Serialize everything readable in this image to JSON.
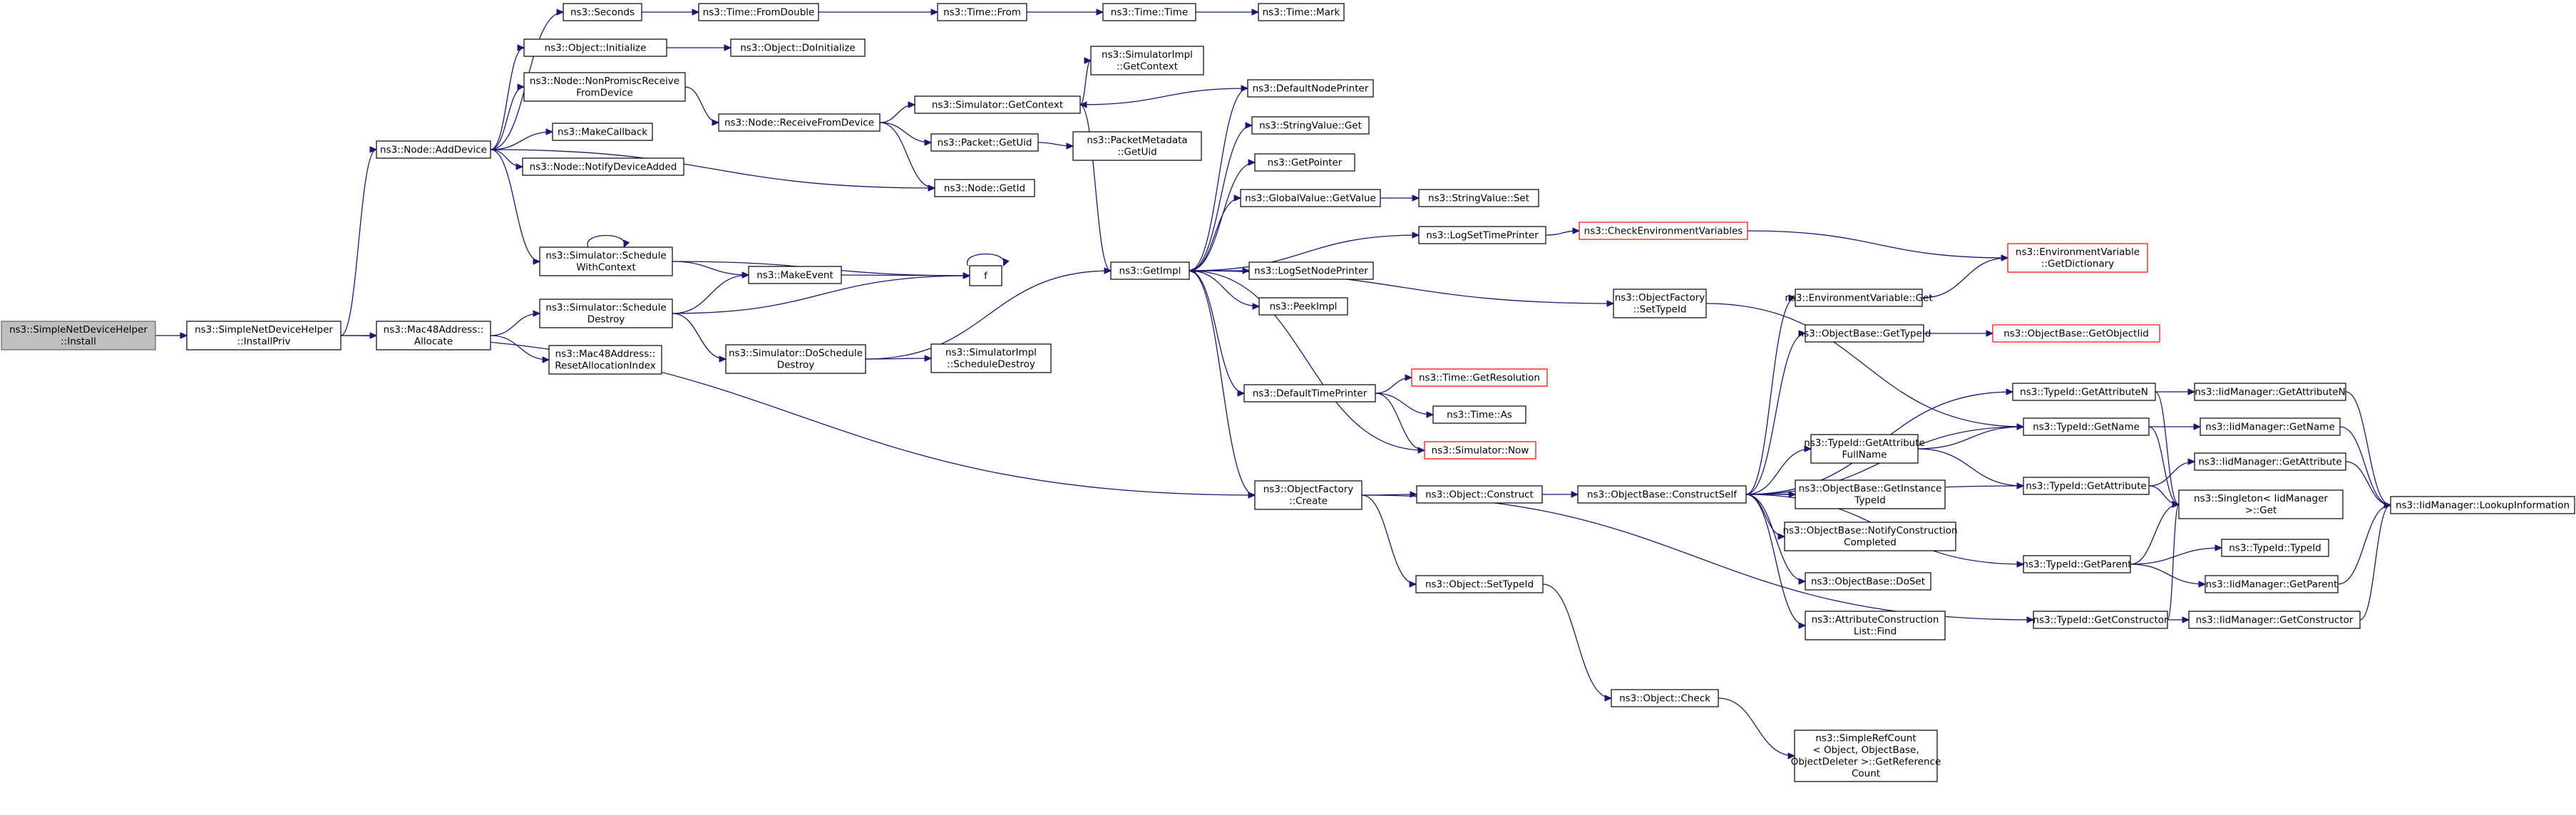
{
  "nodes": [
    {
      "id": "install",
      "lines": [
        "ns3::SimpleNetDeviceHelper",
        "::Install"
      ],
      "kind": "root"
    },
    {
      "id": "installpriv",
      "lines": [
        "ns3::SimpleNetDeviceHelper",
        "::InstallPriv"
      ]
    },
    {
      "id": "adddevice",
      "lines": [
        "ns3::Node::AddDevice"
      ]
    },
    {
      "id": "mac48alloc",
      "lines": [
        "ns3::Mac48Address::",
        "Allocate"
      ]
    },
    {
      "id": "seconds",
      "lines": [
        "ns3::Seconds"
      ]
    },
    {
      "id": "objinit",
      "lines": [
        "ns3::Object::Initialize"
      ]
    },
    {
      "id": "nonpromisc",
      "lines": [
        "ns3::Node::NonPromiscReceive",
        "FromDevice"
      ]
    },
    {
      "id": "makecallback",
      "lines": [
        "ns3::MakeCallback"
      ]
    },
    {
      "id": "notifyadded",
      "lines": [
        "ns3::Node::NotifyDeviceAdded"
      ]
    },
    {
      "id": "schedwithctx",
      "lines": [
        "ns3::Simulator::Schedule",
        "WithContext"
      ]
    },
    {
      "id": "schedestroy",
      "lines": [
        "ns3::Simulator::Schedule",
        "Destroy"
      ]
    },
    {
      "id": "resetalloc",
      "lines": [
        "ns3::Mac48Address::",
        "ResetAllocationIndex"
      ]
    },
    {
      "id": "fromdouble",
      "lines": [
        "ns3::Time::FromDouble"
      ]
    },
    {
      "id": "doinit",
      "lines": [
        "ns3::Object::DoInitialize"
      ]
    },
    {
      "id": "receivefromdev",
      "lines": [
        "ns3::Node::ReceiveFromDevice"
      ]
    },
    {
      "id": "makeevent",
      "lines": [
        "ns3::MakeEvent"
      ]
    },
    {
      "id": "f",
      "lines": [
        "f"
      ]
    },
    {
      "id": "doschedestroy",
      "lines": [
        "ns3::Simulator::DoSchedule",
        "Destroy"
      ]
    },
    {
      "id": "timefrom",
      "lines": [
        "ns3::Time::From"
      ]
    },
    {
      "id": "simgetctx",
      "lines": [
        "ns3::Simulator::GetContext"
      ]
    },
    {
      "id": "packetgetuid",
      "lines": [
        "ns3::Packet::GetUid"
      ]
    },
    {
      "id": "nodegetid",
      "lines": [
        "ns3::Node::GetId"
      ]
    },
    {
      "id": "simimplsched",
      "lines": [
        "ns3::SimulatorImpl",
        "::ScheduleDestroy"
      ]
    },
    {
      "id": "timetime",
      "lines": [
        "ns3::Time::Time"
      ]
    },
    {
      "id": "simimplgetctx",
      "lines": [
        "ns3::SimulatorImpl",
        "::GetContext"
      ]
    },
    {
      "id": "pktmetagetuid",
      "lines": [
        "ns3::PacketMetadata",
        "::GetUid"
      ]
    },
    {
      "id": "getimpl",
      "lines": [
        "ns3::GetImpl"
      ]
    },
    {
      "id": "timemark",
      "lines": [
        "ns3::Time::Mark"
      ]
    },
    {
      "id": "defnodeprinter",
      "lines": [
        "ns3::DefaultNodePrinter"
      ]
    },
    {
      "id": "strvalget",
      "lines": [
        "ns3::StringValue::Get"
      ]
    },
    {
      "id": "getpointer",
      "lines": [
        "ns3::GetPointer"
      ]
    },
    {
      "id": "globalvalget",
      "lines": [
        "ns3::GlobalValue::GetValue"
      ]
    },
    {
      "id": "logsettimeprinter",
      "lines": [
        "ns3::LogSetTimePrinter"
      ]
    },
    {
      "id": "logsetnodeprinter",
      "lines": [
        "ns3::LogSetNodePrinter"
      ]
    },
    {
      "id": "peekimpl",
      "lines": [
        "ns3::PeekImpl"
      ]
    },
    {
      "id": "deftimeprinter",
      "lines": [
        "ns3::DefaultTimePrinter"
      ]
    },
    {
      "id": "objfactcreate",
      "lines": [
        "ns3::ObjectFactory",
        "::Create"
      ]
    },
    {
      "id": "strvalset",
      "lines": [
        "ns3::StringValue::Set"
      ]
    },
    {
      "id": "checkenvvars",
      "lines": [
        "ns3::CheckEnvironmentVariables"
      ],
      "kind": "trunc"
    },
    {
      "id": "timegetres",
      "lines": [
        "ns3::Time::GetResolution"
      ],
      "kind": "trunc"
    },
    {
      "id": "timeas",
      "lines": [
        "ns3::Time::As"
      ]
    },
    {
      "id": "simnow",
      "lines": [
        "ns3::Simulator::Now"
      ],
      "kind": "trunc"
    },
    {
      "id": "objconstruct",
      "lines": [
        "ns3::Object::Construct"
      ]
    },
    {
      "id": "objsettypeid",
      "lines": [
        "ns3::Object::SetTypeId"
      ]
    },
    {
      "id": "objfactsettypeid",
      "lines": [
        "ns3::ObjectFactory",
        "::SetTypeId"
      ]
    },
    {
      "id": "objbaseconstructself",
      "lines": [
        "ns3::ObjectBase::ConstructSelf"
      ]
    },
    {
      "id": "objcheck",
      "lines": [
        "ns3::Object::Check"
      ]
    },
    {
      "id": "envvarget",
      "lines": [
        "ns3::EnvironmentVariable::Get"
      ]
    },
    {
      "id": "objbasegettypeid",
      "lines": [
        "ns3::ObjectBase::GetTypeId"
      ]
    },
    {
      "id": "typeidgetattrfull",
      "lines": [
        "ns3::TypeId::GetAttribute",
        "FullName"
      ]
    },
    {
      "id": "objbasegetinst",
      "lines": [
        "ns3::ObjectBase::GetInstance",
        "TypeId"
      ]
    },
    {
      "id": "objbasenotify",
      "lines": [
        "ns3::ObjectBase::NotifyConstruction",
        "Completed"
      ]
    },
    {
      "id": "objbasedoset",
      "lines": [
        "ns3::ObjectBase::DoSet"
      ]
    },
    {
      "id": "attrconstrfind",
      "lines": [
        "ns3::AttributeConstruction",
        "List::Find"
      ]
    },
    {
      "id": "simplerefcount",
      "lines": [
        "ns3::SimpleRefCount",
        "< Object, ObjectBase,",
        "ObjectDeleter >::GetReference",
        "Count"
      ]
    },
    {
      "id": "envvargetdict",
      "lines": [
        "ns3::EnvironmentVariable",
        "::GetDictionary"
      ],
      "kind": "trunc"
    },
    {
      "id": "objbasegetobjid",
      "lines": [
        "ns3::ObjectBase::GetObjectIid"
      ],
      "kind": "trunc"
    },
    {
      "id": "typeidgetattrn",
      "lines": [
        "ns3::TypeId::GetAttributeN"
      ]
    },
    {
      "id": "typeidgetname",
      "lines": [
        "ns3::TypeId::GetName"
      ]
    },
    {
      "id": "typeidgetattr",
      "lines": [
        "ns3::TypeId::GetAttribute"
      ]
    },
    {
      "id": "typeidgetparent",
      "lines": [
        "ns3::TypeId::GetParent"
      ]
    },
    {
      "id": "typeidgetctor",
      "lines": [
        "ns3::TypeId::GetConstructor"
      ]
    },
    {
      "id": "iidmgrgetattrn",
      "lines": [
        "ns3::IidManager::GetAttributeN"
      ]
    },
    {
      "id": "iidmgrgetname",
      "lines": [
        "ns3::IidManager::GetName"
      ]
    },
    {
      "id": "iidmgrgetattr",
      "lines": [
        "ns3::IidManager::GetAttribute"
      ]
    },
    {
      "id": "singletonget",
      "lines": [
        "ns3::Singleton< IidManager",
        ">::Get"
      ]
    },
    {
      "id": "typeidtypeid",
      "lines": [
        "ns3::TypeId::TypeId"
      ]
    },
    {
      "id": "iidmgrgetparent",
      "lines": [
        "ns3::IidManager::GetParent"
      ]
    },
    {
      "id": "iidmgrgetctor",
      "lines": [
        "ns3::IidManager::GetConstructor"
      ]
    },
    {
      "id": "iidmgrlookup",
      "lines": [
        "ns3::IidManager::LookupInformation"
      ]
    }
  ],
  "edges": [
    [
      "install",
      "installpriv"
    ],
    [
      "installpriv",
      "adddevice"
    ],
    [
      "installpriv",
      "mac48alloc"
    ],
    [
      "installpriv",
      "objfactcreate"
    ],
    [
      "adddevice",
      "seconds"
    ],
    [
      "adddevice",
      "objinit"
    ],
    [
      "adddevice",
      "nonpromisc"
    ],
    [
      "adddevice",
      "makecallback"
    ],
    [
      "adddevice",
      "notifyadded"
    ],
    [
      "adddevice",
      "schedwithctx"
    ],
    [
      "adddevice",
      "nodegetid"
    ],
    [
      "seconds",
      "fromdouble"
    ],
    [
      "fromdouble",
      "timefrom"
    ],
    [
      "timefrom",
      "timetime"
    ],
    [
      "timetime",
      "timemark"
    ],
    [
      "objinit",
      "doinit"
    ],
    [
      "nonpromisc",
      "receivefromdev"
    ],
    [
      "receivefromdev",
      "simgetctx"
    ],
    [
      "receivefromdev",
      "packetgetuid"
    ],
    [
      "receivefromdev",
      "nodegetid"
    ],
    [
      "simgetctx",
      "simimplgetctx"
    ],
    [
      "simgetctx",
      "getimpl"
    ],
    [
      "packetgetuid",
      "pktmetagetuid"
    ],
    [
      "schedwithctx",
      "schedwithctx"
    ],
    [
      "schedwithctx",
      "makeevent"
    ],
    [
      "schedwithctx",
      "f"
    ],
    [
      "f",
      "f"
    ],
    [
      "makeevent",
      "f"
    ],
    [
      "mac48alloc",
      "schedestroy"
    ],
    [
      "mac48alloc",
      "resetalloc"
    ],
    [
      "schedestroy",
      "makeevent"
    ],
    [
      "schedestroy",
      "f"
    ],
    [
      "schedestroy",
      "doschedestroy"
    ],
    [
      "doschedestroy",
      "getimpl"
    ],
    [
      "doschedestroy",
      "simimplsched"
    ],
    [
      "getimpl",
      "defnodeprinter"
    ],
    [
      "getimpl",
      "strvalget"
    ],
    [
      "getimpl",
      "getpointer"
    ],
    [
      "getimpl",
      "globalvalget"
    ],
    [
      "getimpl",
      "logsettimeprinter"
    ],
    [
      "getimpl",
      "logsetnodeprinter"
    ],
    [
      "getimpl",
      "peekimpl"
    ],
    [
      "getimpl",
      "deftimeprinter"
    ],
    [
      "getimpl",
      "objfactcreate"
    ],
    [
      "getimpl",
      "objfactsettypeid"
    ],
    [
      "defnodeprinter",
      "simgetctx"
    ],
    [
      "globalvalget",
      "strvalset"
    ],
    [
      "logsettimeprinter",
      "checkenvvars"
    ],
    [
      "checkenvvars",
      "envvargetdict"
    ],
    [
      "deftimeprinter",
      "timegetres"
    ],
    [
      "deftimeprinter",
      "timeas"
    ],
    [
      "deftimeprinter",
      "simnow"
    ],
    [
      "simnow",
      "getimpl"
    ],
    [
      "objfactcreate",
      "objconstruct"
    ],
    [
      "objfactcreate",
      "objsettypeid"
    ],
    [
      "objfactcreate",
      "typeidgetctor"
    ],
    [
      "objconstruct",
      "objbaseconstructself"
    ],
    [
      "objsettypeid",
      "objcheck"
    ],
    [
      "objcheck",
      "simplerefcount"
    ],
    [
      "objfactsettypeid",
      "typeidgetname"
    ],
    [
      "objbaseconstructself",
      "envvarget"
    ],
    [
      "objbaseconstructself",
      "objbasegettypeid"
    ],
    [
      "objbaseconstructself",
      "typeidgetattrn"
    ],
    [
      "objbaseconstructself",
      "typeidgetname"
    ],
    [
      "objbaseconstructself",
      "typeidgetattrfull"
    ],
    [
      "objbaseconstructself",
      "objbasegetinst"
    ],
    [
      "objbaseconstructself",
      "objbasenotify"
    ],
    [
      "objbaseconstructself",
      "objbasedoset"
    ],
    [
      "objbaseconstructself",
      "attrconstrfind"
    ],
    [
      "objbaseconstructself",
      "typeidgetattr"
    ],
    [
      "objbaseconstructself",
      "typeidgetparent"
    ],
    [
      "envvarget",
      "envvargetdict"
    ],
    [
      "objbasegettypeid",
      "objbasegetobjid"
    ],
    [
      "typeidgetattrfull",
      "typeidgetname"
    ],
    [
      "typeidgetattrfull",
      "typeidgetattr"
    ],
    [
      "typeidgetattrn",
      "iidmgrgetattrn"
    ],
    [
      "typeidgetattrn",
      "singletonget"
    ],
    [
      "typeidgetname",
      "iidmgrgetname"
    ],
    [
      "typeidgetname",
      "singletonget"
    ],
    [
      "typeidgetattr",
      "iidmgrgetattr"
    ],
    [
      "typeidgetattr",
      "singletonget"
    ],
    [
      "typeidgetparent",
      "singletonget"
    ],
    [
      "typeidgetparent",
      "typeidtypeid"
    ],
    [
      "typeidgetparent",
      "iidmgrgetparent"
    ],
    [
      "typeidgetctor",
      "singletonget"
    ],
    [
      "typeidgetctor",
      "iidmgrgetctor"
    ],
    [
      "iidmgrgetattrn",
      "iidmgrlookup"
    ],
    [
      "iidmgrgetname",
      "iidmgrlookup"
    ],
    [
      "iidmgrgetattr",
      "iidmgrlookup"
    ],
    [
      "iidmgrgetparent",
      "iidmgrlookup"
    ],
    [
      "iidmgrgetctor",
      "iidmgrlookup"
    ]
  ]
}
